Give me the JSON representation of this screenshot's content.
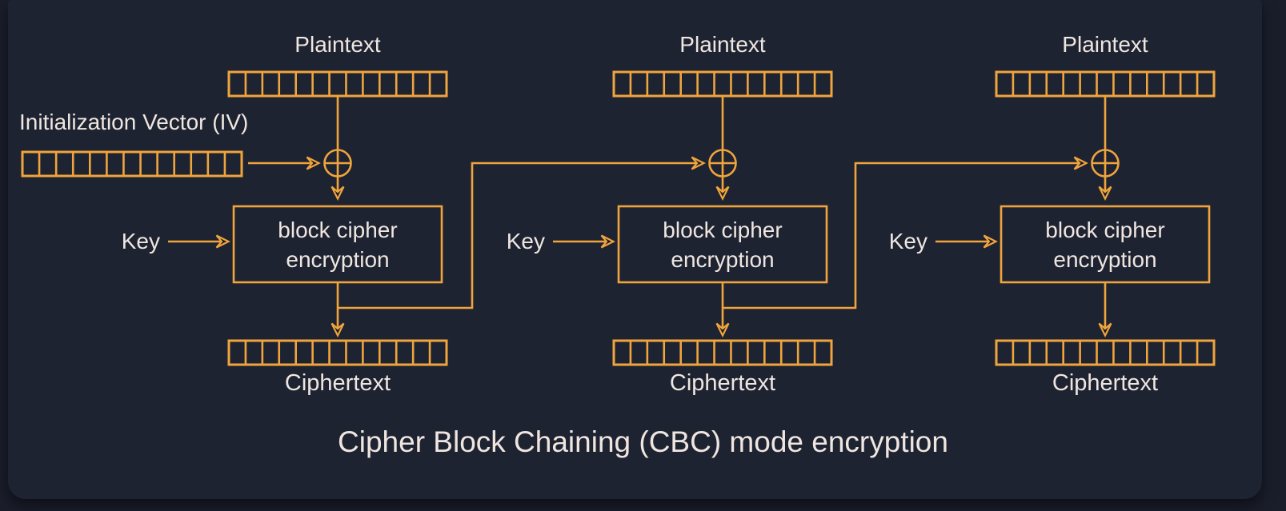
{
  "title": "Cipher Block Chaining (CBC) mode encryption",
  "iv_label": "Initialization Vector (IV)",
  "columns": [
    {
      "plaintext_label": "Plaintext",
      "key_label": "Key",
      "box_line1": "block cipher",
      "box_line2": "encryption",
      "ciphertext_label": "Ciphertext"
    },
    {
      "plaintext_label": "Plaintext",
      "key_label": "Key",
      "box_line1": "block cipher",
      "box_line2": "encryption",
      "ciphertext_label": "Ciphertext"
    },
    {
      "plaintext_label": "Plaintext",
      "key_label": "Key",
      "box_line1": "block cipher",
      "box_line2": "encryption",
      "ciphertext_label": "Ciphertext"
    }
  ],
  "blocks": {
    "cells_per_block": 13
  },
  "icons": {
    "xor": "xor-circle-plus"
  },
  "colors": {
    "accent": "#F0A43C",
    "panel_background": "#1E2332",
    "outer_background": "#1A1E2B",
    "text_color": "#EFE6E0",
    "arrowhead_fill": "#171B26"
  }
}
